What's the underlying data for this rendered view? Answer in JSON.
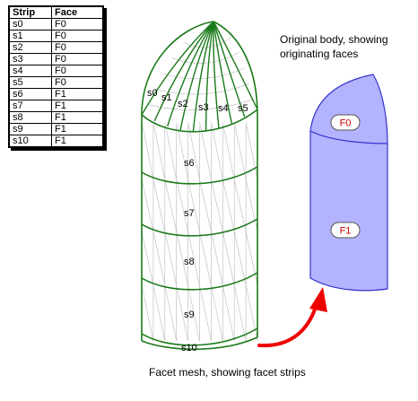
{
  "table": {
    "headers": [
      "Strip",
      "Face"
    ],
    "rows": [
      [
        "s0",
        "F0"
      ],
      [
        "s1",
        "F0"
      ],
      [
        "s2",
        "F0"
      ],
      [
        "s3",
        "F0"
      ],
      [
        "s4",
        "F0"
      ],
      [
        "s5",
        "F0"
      ],
      [
        "s6",
        "F1"
      ],
      [
        "s7",
        "F1"
      ],
      [
        "s8",
        "F1"
      ],
      [
        "s9",
        "F1"
      ],
      [
        "s10",
        "F1"
      ]
    ]
  },
  "captions": {
    "body_line1": "Original body, showing",
    "body_line2": "originating faces",
    "mesh": "Facet mesh, showing facet strips"
  },
  "mesh_labels": {
    "s0": "s0",
    "s1": "s1",
    "s2": "s2",
    "s3": "s3",
    "s4": "s4",
    "s5": "s5",
    "s6": "s6",
    "s7": "s7",
    "s8": "s8",
    "s9": "s9",
    "s10": "s10"
  },
  "face_labels": {
    "f0": "F0",
    "f1": "F1"
  },
  "colors": {
    "mesh_outline": "#1a7a1a",
    "mesh_grid": "#b8b8b8",
    "body_fill": "#b3b3ff",
    "body_outline": "#3333cc",
    "arrow": "#ee0000",
    "face_label": "#cc0000"
  }
}
